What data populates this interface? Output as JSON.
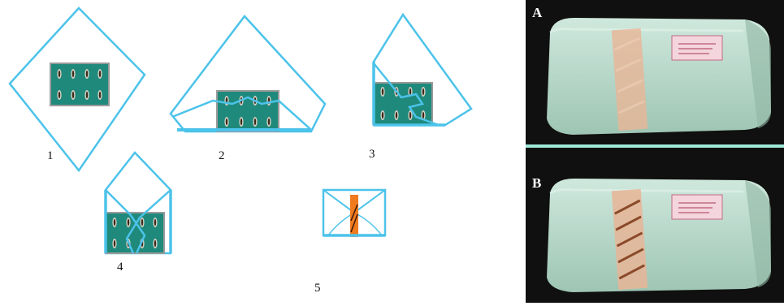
{
  "steps": [
    {
      "label": "1"
    },
    {
      "label": "2"
    },
    {
      "label": "3"
    },
    {
      "label": "4"
    },
    {
      "label": "5"
    }
  ],
  "photo_panels": [
    {
      "letter": "A",
      "tape": "plain"
    },
    {
      "letter": "B",
      "tape": "striped"
    }
  ],
  "colors": {
    "wrap_outline": "#4cc3ea",
    "tray": "#1f8a7c",
    "tray_border": "#9a9a9a",
    "tape": "#f07a1e",
    "package": "#bfe0d2",
    "divider": "#9fe9d8"
  }
}
